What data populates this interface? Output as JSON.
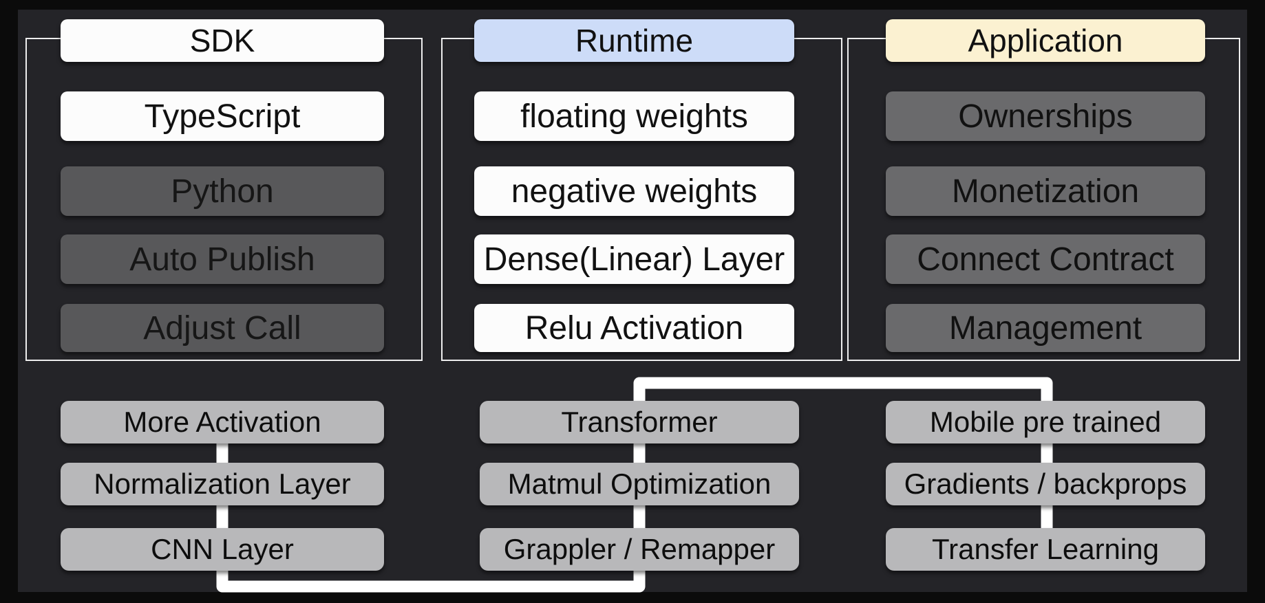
{
  "slide": {
    "background": "#242428",
    "frame_color": "#0b0b0b",
    "group_border_color": "#eeeeee",
    "connector_color": "#ffffff"
  },
  "columns": [
    {
      "header": {
        "label": "SDK",
        "bg": "#fcfcfc"
      },
      "items": [
        {
          "label": "TypeScript",
          "bg": "#fcfcfc"
        },
        {
          "label": "Python",
          "bg": "#58585a"
        },
        {
          "label": "Auto Publish",
          "bg": "#58585a"
        },
        {
          "label": "Adjust Call",
          "bg": "#58585a"
        }
      ]
    },
    {
      "header": {
        "label": "Runtime",
        "bg": "#cddcf8"
      },
      "items": [
        {
          "label": "floating weights",
          "bg": "#fcfcfc"
        },
        {
          "label": "negative weights",
          "bg": "#fcfcfc"
        },
        {
          "label": "Dense(Linear) Layer",
          "bg": "#fcfcfc"
        },
        {
          "label": "Relu Activation",
          "bg": "#fcfcfc"
        }
      ]
    },
    {
      "header": {
        "label": "Application",
        "bg": "#fbf1d1"
      },
      "items": [
        {
          "label": "Ownerships",
          "bg": "#6a6a6c"
        },
        {
          "label": "Monetization",
          "bg": "#6a6a6c"
        },
        {
          "label": "Connect Contract",
          "bg": "#6a6a6c"
        },
        {
          "label": "Management",
          "bg": "#6a6a6c"
        }
      ]
    }
  ],
  "bottom_columns": [
    {
      "items": [
        "More Activation",
        "Normalization Layer",
        "CNN Layer"
      ],
      "bg": "#b8b8ba"
    },
    {
      "items": [
        "Transformer",
        "Matmul Optimization",
        "Grappler / Remapper"
      ],
      "bg": "#b8b8ba"
    },
    {
      "items": [
        "Mobile pre trained",
        "Gradients / backprops",
        "Transfer Learning"
      ],
      "bg": "#b8b8ba"
    }
  ],
  "connectors": {
    "top_link": {
      "from": "Transformer",
      "to": "Mobile pre trained"
    },
    "bottom_link": {
      "from": "CNN Layer",
      "to": "Grappler / Remapper"
    },
    "vertical_links": [
      {
        "from": "More Activation",
        "to": "Normalization Layer"
      },
      {
        "from": "Normalization Layer",
        "to": "CNN Layer"
      },
      {
        "from": "Transformer",
        "to": "Matmul Optimization"
      },
      {
        "from": "Matmul Optimization",
        "to": "Grappler / Remapper"
      },
      {
        "from": "Mobile pre trained",
        "to": "Gradients / backprops"
      },
      {
        "from": "Gradients / backprops",
        "to": "Transfer Learning"
      }
    ]
  }
}
